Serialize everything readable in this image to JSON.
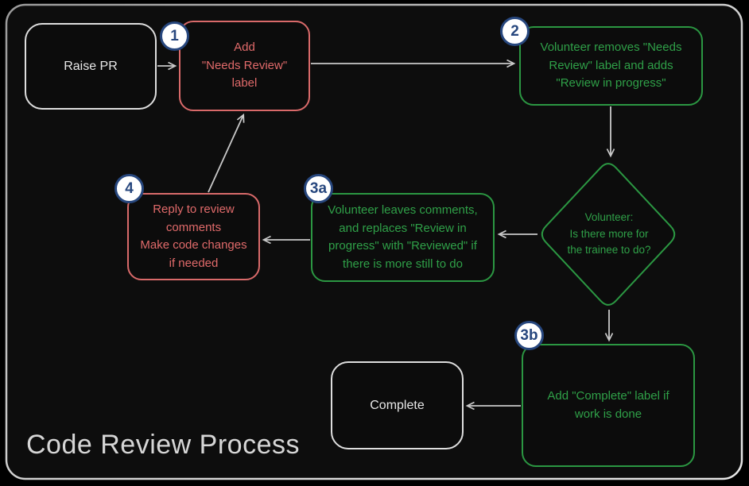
{
  "title": "Code Review Process",
  "nodes": {
    "raise_pr": {
      "label": "Raise PR"
    },
    "step1": {
      "badge": "1",
      "text": "Add\n\"Needs Review\"\nlabel"
    },
    "step2": {
      "badge": "2",
      "text": "Volunteer removes \"Needs\nReview\" label and adds\n\"Review in progress\""
    },
    "decision": {
      "text": "Volunteer:\nIs there more for\nthe trainee to do?"
    },
    "step3a": {
      "badge": "3a",
      "text": "Volunteer leaves comments,\nand replaces \"Review in\nprogress\" with \"Reviewed\" if\nthere is more still to do"
    },
    "step4": {
      "badge": "4",
      "text": "Reply to review\ncomments\nMake code changes\nif needed"
    },
    "step3b": {
      "badge": "3b",
      "text": "Add \"Complete\" label if\nwork is done"
    },
    "complete": {
      "label": "Complete"
    }
  },
  "colors": {
    "red_node": "#e06a6a",
    "green_node": "#2fa048",
    "neutral_node": "#e8e8e8",
    "badge_fill": "#ffffff",
    "badge_blue": "#27477e",
    "arrow": "#c9c9c9",
    "frame": "#cfcfcf",
    "background": "#0d0d0d",
    "title_text": "#d6d6d6"
  }
}
